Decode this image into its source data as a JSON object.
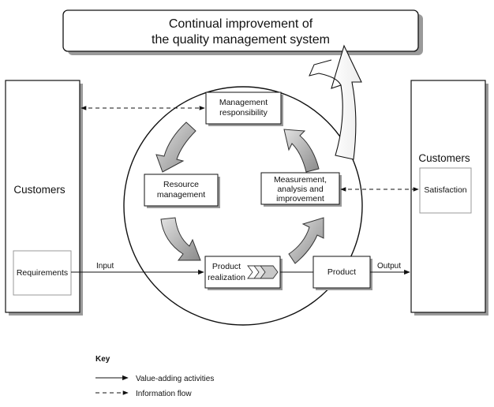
{
  "banner": {
    "line1": "Continual improvement of",
    "line2": "the quality management system"
  },
  "left_panel": {
    "title": "Customers",
    "box": "Requirements"
  },
  "right_panel": {
    "title": "Customers",
    "box": "Satisfaction"
  },
  "processes": {
    "management": {
      "line1": "Management",
      "line2": "responsibility"
    },
    "resource": {
      "line1": "Resource",
      "line2": "management"
    },
    "measurement": {
      "line1": "Measurement,",
      "line2": "analysis and",
      "line3": "improvement"
    },
    "realization": {
      "line1": "Product",
      "line2": "realization"
    },
    "product": "Product"
  },
  "flows": {
    "input": "Input",
    "output": "Output"
  },
  "key": {
    "title": "Key",
    "value_adding": "Value-adding activities",
    "information": "Information flow"
  }
}
